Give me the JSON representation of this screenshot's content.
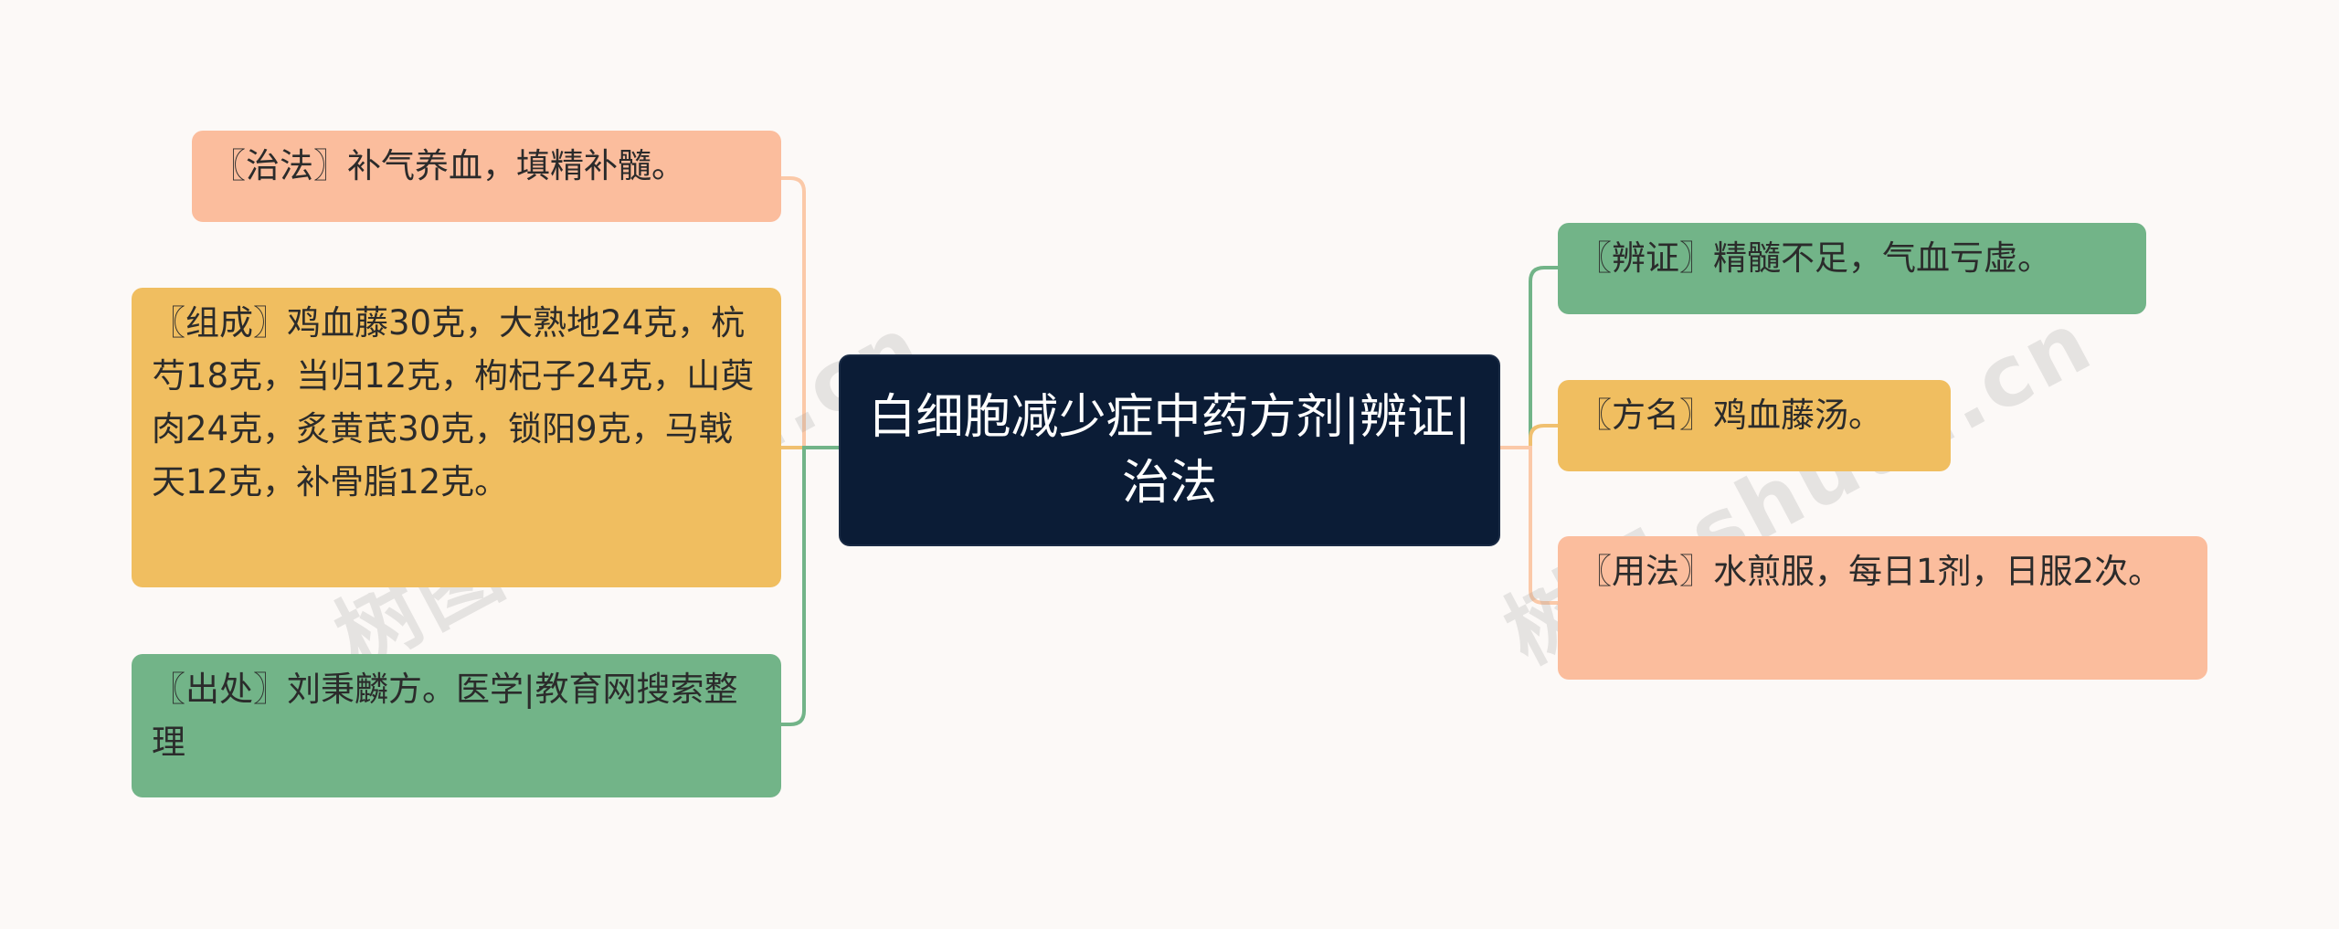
{
  "root": {
    "title": "白细胞减少症中药方剂|辨证|治法"
  },
  "left_nodes": [
    {
      "text": "〖治法〗补气养血，填精补髓。",
      "color": "#fbbd9d"
    },
    {
      "text": "〖组成〗鸡血藤30克，大熟地24克，杭芍18克，当归12克，枸杞子24克，山萸肉24克，炙黄芪30克，锁阳9克，马戟天12克，补骨脂12克。",
      "color": "#f0be60"
    },
    {
      "text": "〖出处〗刘秉麟方。医学|教育网搜索整理",
      "color": "#72b488"
    }
  ],
  "right_nodes": [
    {
      "text": "〖辨证〗精髓不足，气血亏虚。",
      "color": "#72b488"
    },
    {
      "text": "〖方名〗鸡血藤汤。",
      "color": "#f0be60"
    },
    {
      "text": "〖用法〗水煎服，每日1剂，日服2次。",
      "color": "#fbbd9d"
    }
  ],
  "watermarks": [
    "树图 shutu.cn",
    "树图 shutu.cn"
  ]
}
